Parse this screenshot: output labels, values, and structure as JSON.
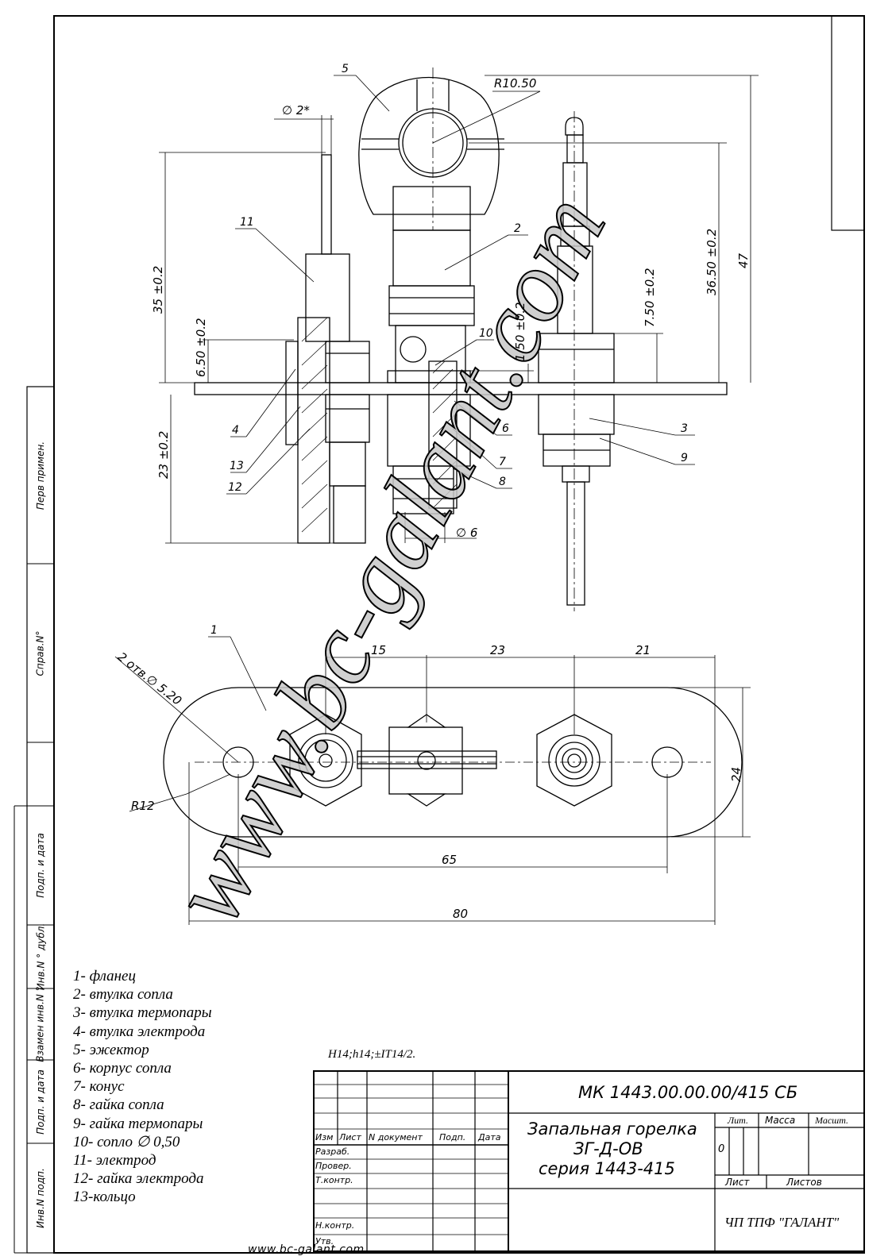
{
  "drawing": {
    "callouts": [
      "1",
      "2",
      "3",
      "4",
      "5",
      "6",
      "7",
      "8",
      "9",
      "10",
      "11",
      "12",
      "13"
    ],
    "dims": {
      "d_electrode": "∅ 2*",
      "r_ejector": "R10.50",
      "h35": "35 ±0.2",
      "h650": "6.50 ±0.2",
      "h23": "23 ±0.2",
      "h150": "1.50 ±0.2",
      "h750": "7.50 ±0.2",
      "h3650": "36.50 ±0.2",
      "h47": "47",
      "d6": "∅ 6",
      "w15": "15",
      "w23": "23",
      "w21": "21",
      "holes": "2 отв.∅ 5.20",
      "r12": "R12",
      "h24": "24",
      "w65": "65",
      "w80": "80"
    }
  },
  "watermark": "www.bc-galant.com",
  "legend": [
    "1- фланец",
    "2- втулка сопла",
    "3- втулка термопары",
    "4- втулка электрода",
    "5- эжектор",
    "6- корпус сопла",
    "7- конус",
    "8- гайка сопла",
    "9- гайка термопары",
    "10- сопло ∅ 0,50",
    "11- электрод",
    "12- гайка электрода",
    "13-кольцо"
  ],
  "tolerance_note": "H14;h14;±IT14/2.",
  "side_stamps": [
    "Перв примен.",
    "Справ.N°",
    "Подп. и дата",
    "Инв.N ° дубл.",
    "Взамен инв.N °",
    "Подп. и дата",
    "Инв.N подп."
  ],
  "title_block": {
    "doc_code": "МК 1443.00.00.00/415 СБ",
    "name_line1": "Запальная горелка",
    "name_line2": "ЗГ-Д-ОВ",
    "name_line3": "серия 1443-415",
    "col_headers": [
      "Изм",
      "Лист",
      "N документ",
      "Подп.",
      "Дата"
    ],
    "roles": [
      "Разраб.",
      "Провер.",
      "Т.контр.",
      "",
      "Н.контр.",
      "Утв."
    ],
    "lit": "Лит.",
    "mass": "Масса",
    "scale": "Масшт.",
    "lit_value": "0",
    "sheet": "Лист",
    "sheets": "Листов",
    "company": "ЧП ТПФ \"ГАЛАНТ\""
  },
  "footer_url": "www.bc-galant.com"
}
